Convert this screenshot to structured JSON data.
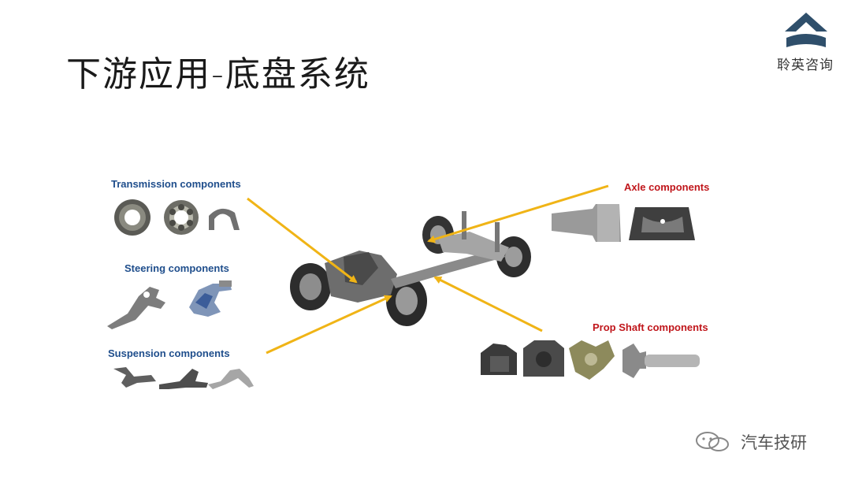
{
  "slide": {
    "title": "下游应用-底盘系统"
  },
  "logo": {
    "text": "聆英咨询",
    "color": "#2f4f6b"
  },
  "labels": {
    "transmission": "Transmission components",
    "steering": "Steering components",
    "suspension": "Suspension  components",
    "axle": "Axle components",
    "prop_shaft": "Prop Shaft components"
  },
  "colors": {
    "left_labels": "#1f4e8c",
    "right_labels": "#c0161b",
    "arrows": "#f0b416"
  },
  "watermark": {
    "text": "汽车技研",
    "icon": "wechat-icon"
  }
}
